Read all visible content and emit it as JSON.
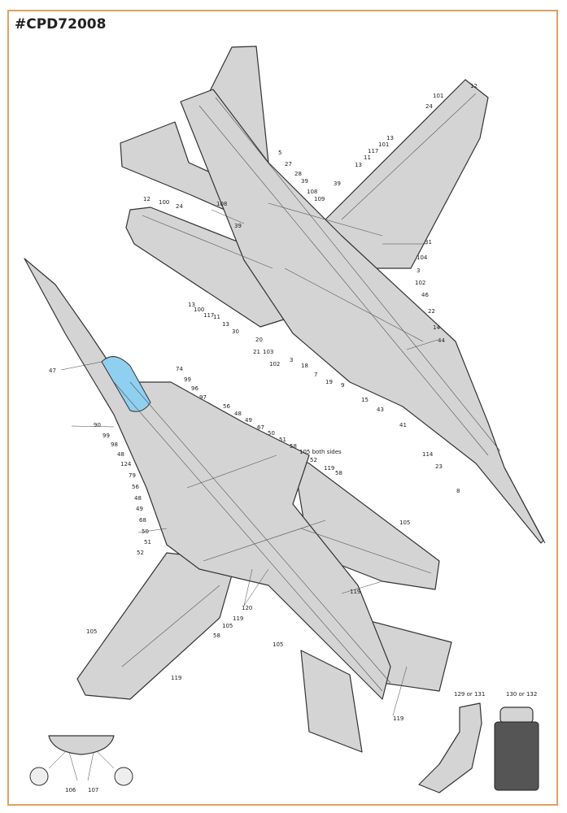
{
  "title": "#CPD72008",
  "labels": [
    "12",
    "101",
    "24",
    "13",
    "101",
    "117",
    "11",
    "13",
    "5",
    "27",
    "28",
    "39",
    "108",
    "109",
    "39",
    "108",
    "39",
    "12",
    "100",
    "24",
    "31",
    "104",
    "3",
    "102",
    "46",
    "22",
    "14",
    "44",
    "13",
    "100",
    "117",
    "11",
    "13",
    "30",
    "20",
    "21",
    "103",
    "102",
    "3",
    "18",
    "7",
    "19",
    "9",
    "15",
    "43",
    "41",
    "114",
    "23",
    "8",
    "47",
    "74",
    "99",
    "96",
    "97",
    "90",
    "99",
    "98",
    "48",
    "124",
    "79",
    "56",
    "48",
    "49",
    "68",
    "50",
    "51",
    "52",
    "56",
    "48",
    "49",
    "67",
    "50",
    "51",
    "58",
    "105 both sides",
    "52",
    "119",
    "58",
    "105",
    "119",
    "120",
    "105",
    "119",
    "58",
    "105",
    "105",
    "119",
    "119",
    "129 or 131",
    "130 or 132",
    "106",
    "107"
  ],
  "colors": {
    "frame": "#e0a060",
    "fill": "#d4d4d4",
    "canopy": "#8fd0f0"
  }
}
